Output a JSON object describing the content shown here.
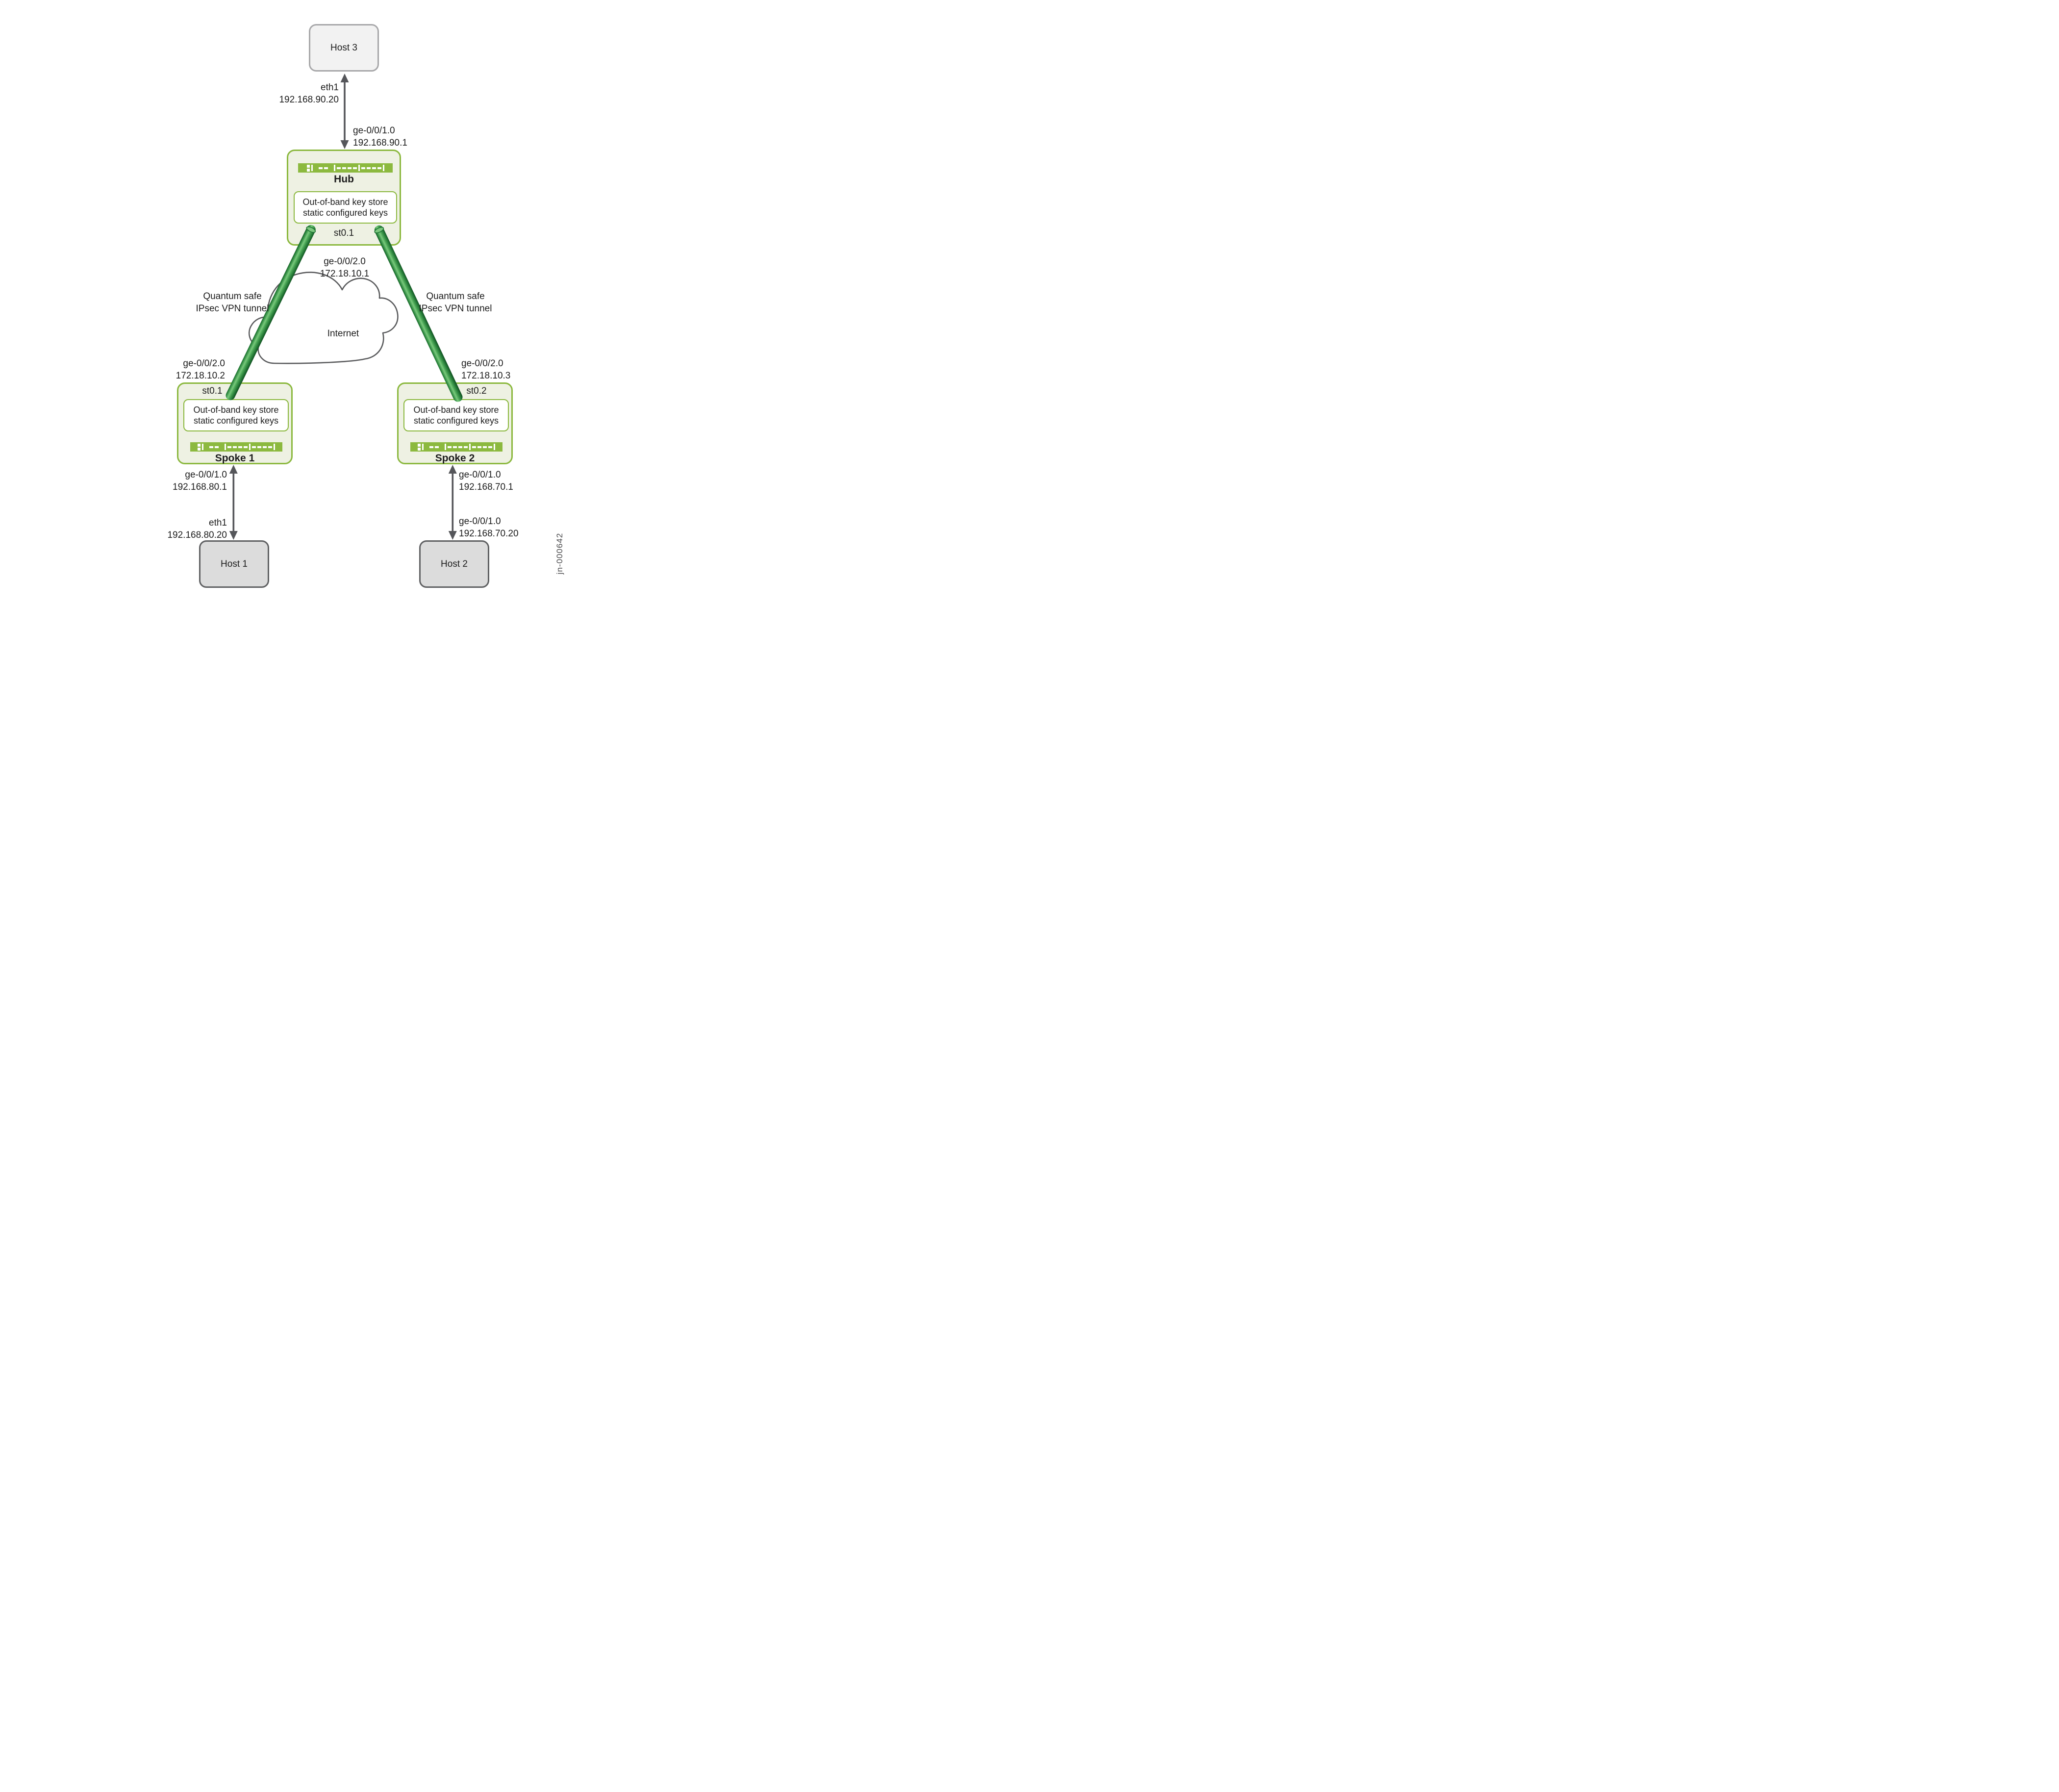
{
  "colors": {
    "accent_green": "#8bb83e",
    "chassis_green": "#8cb93f",
    "device_fill": "#eef1e3",
    "tunnel_dark": "#176028",
    "tunnel_light": "#79c97c",
    "cloud_stroke": "#595a5c",
    "arrow_gray": "#55565a",
    "host_remote_fill": "#f2f2f2",
    "host_remote_border": "#a7a7a9",
    "host_local_fill": "#dcdcdc",
    "host_local_border": "#5f6062"
  },
  "hosts": {
    "host1": "Host 1",
    "host2": "Host 2",
    "host3": "Host 3"
  },
  "devices": {
    "hub": {
      "name": "Hub",
      "tunnel_if": "st0.1",
      "keystore_line1": "Out-of-band key store",
      "keystore_line2": "static configured keys"
    },
    "spoke1": {
      "name": "Spoke 1",
      "tunnel_if": "st0.1",
      "keystore_line1": "Out-of-band key store",
      "keystore_line2": "static configured keys"
    },
    "spoke2": {
      "name": "Spoke 2",
      "tunnel_if": "st0.2",
      "keystore_line1": "Out-of-band key store",
      "keystore_line2": "static configured keys"
    }
  },
  "cloud": {
    "label": "Internet"
  },
  "tunnels": {
    "left": {
      "line1": "Quantum safe",
      "line2": "IPsec VPN tunnel"
    },
    "right": {
      "line1": "Quantum safe",
      "line2": "IPsec VPN tunnel"
    }
  },
  "links": {
    "host3_hub": {
      "host_if": "eth1",
      "host_ip": "192.168.90.20",
      "dev_if": "ge-0/0/1.0",
      "dev_ip": "192.168.90.1"
    },
    "hub_wan": {
      "if": "ge-0/0/2.0",
      "ip": "172.18.10.1"
    },
    "spoke1_wan": {
      "if": "ge-0/0/2.0",
      "ip": "172.18.10.2"
    },
    "spoke2_wan": {
      "if": "ge-0/0/2.0",
      "ip": "172.18.10.3"
    },
    "spoke1_lan": {
      "dev_if": "ge-0/0/1.0",
      "dev_ip": "192.168.80.1",
      "host_if": "eth1",
      "host_ip": "192.168.80.20"
    },
    "spoke2_lan": {
      "dev_if": "ge-0/0/1.0",
      "dev_ip": "192.168.70.1",
      "host_if": "ge-0/0/1.0",
      "host_ip": "192.168.70.20"
    }
  },
  "watermark": "jn-000642"
}
